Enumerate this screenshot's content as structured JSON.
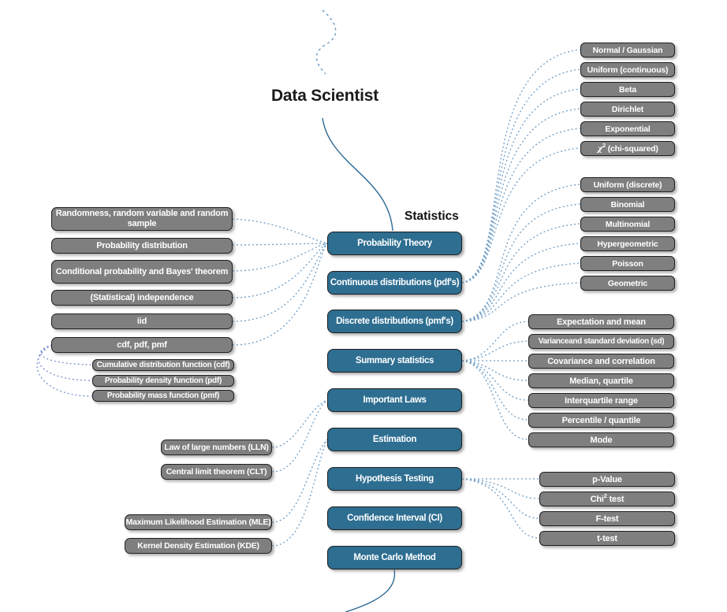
{
  "root": {
    "title": "Data Scientist"
  },
  "branch": {
    "label": "Statistics"
  },
  "center_nodes": {
    "probability_theory": "Probability Theory",
    "continuous_distributions": "Continuous distributions (pdf's)",
    "discrete_distributions": "Discrete distributions (pmf's)",
    "summary_statistics": "Summary statistics",
    "important_laws": "Important Laws",
    "estimation": "Estimation",
    "hypothesis_testing": "Hypothesis Testing",
    "confidence_interval": "Confidence Interval (CI)",
    "monte_carlo": "Monte Carlo Method"
  },
  "probability_topics": [
    "Randomness, random variable and random sample",
    "Probability distribution",
    "Conditional probability and Bayes' theorem",
    "(Statistical) independence",
    "iid",
    "cdf, pdf, pmf"
  ],
  "distribution_functions": [
    "Cumulative distribution function (cdf)",
    "Probability density function (pdf)",
    "Probability mass function (pmf)"
  ],
  "law_items": [
    "Law of large numbers (LLN)",
    "Central limit theorem (CLT)"
  ],
  "estimation_items": [
    "Maximum Likelihood Estimation (MLE)",
    "Kernel Density Estimation (KDE)"
  ],
  "continuous_items": [
    "Normal / Gaussian",
    "Uniform (continuous)",
    "Beta",
    "Dirichlet",
    "Exponential"
  ],
  "chi_squared_node": {
    "symbol": "χ",
    "sup": "2",
    "rest": " (chi-squared)"
  },
  "discrete_items": [
    "Uniform (discrete)",
    "Binomial",
    "Multinomial",
    "Hypergeometric",
    "Poisson",
    "Geometric"
  ],
  "summary_items": [
    "Expectation and mean",
    "Varianceand standard deviation (sd)",
    "Covariance and correlation",
    "Median, quartile",
    "Interquartile range",
    "Percentile / quantile",
    "Mode"
  ],
  "hypothesis_items": {
    "p_value": "p-Value",
    "chi_test": {
      "pre": "Chi",
      "sup": "2",
      "rest": " test"
    },
    "f_test": "F-test",
    "t_test": "t-test"
  },
  "colors": {
    "center_node": "#2d6e91",
    "topic_node": "#7f7f7f",
    "link_solid": "#2e6a94",
    "link_dotted": "#6f9ec7",
    "link_loop": "#7d8ed2",
    "node_text": "#ffffff",
    "title_text": "#1a1a1a"
  }
}
